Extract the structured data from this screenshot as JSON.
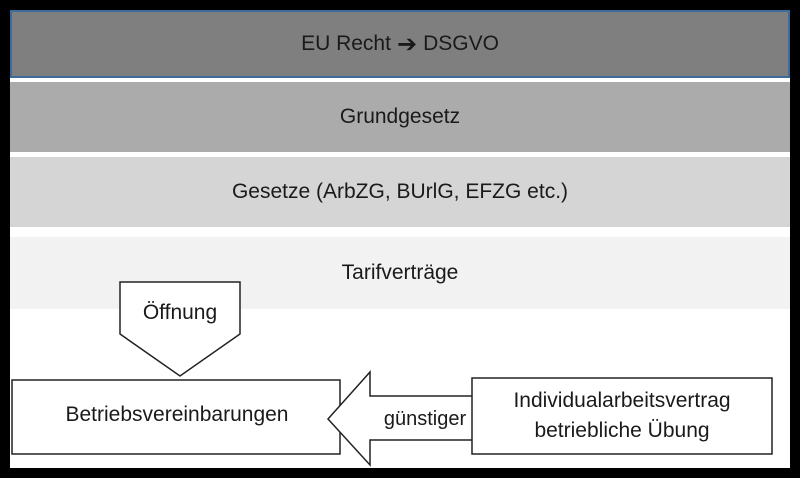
{
  "layers": {
    "eu": {
      "left": "EU Recht",
      "arrow": "➔",
      "right": "DSGVO"
    },
    "grundgesetz": "Grundgesetz",
    "gesetze": "Gesetze (ArbZG, BUrlG, EFZG etc.)",
    "tarif": "Tarifverträge"
  },
  "oeffnung": "Öffnung",
  "betriebsvereinbarungen": "Betriebsvereinbarungen",
  "guenstiger": "günstiger",
  "individual": {
    "line1": "Individualarbeitsvertrag",
    "line2": "betriebliche Übung"
  },
  "colors": {
    "eu": "#7f7f7f",
    "grundgesetz": "#ababab",
    "gesetze": "#d5d5d5",
    "tarif": "#f2f2f2",
    "eu_border": "#3f6b9a"
  }
}
